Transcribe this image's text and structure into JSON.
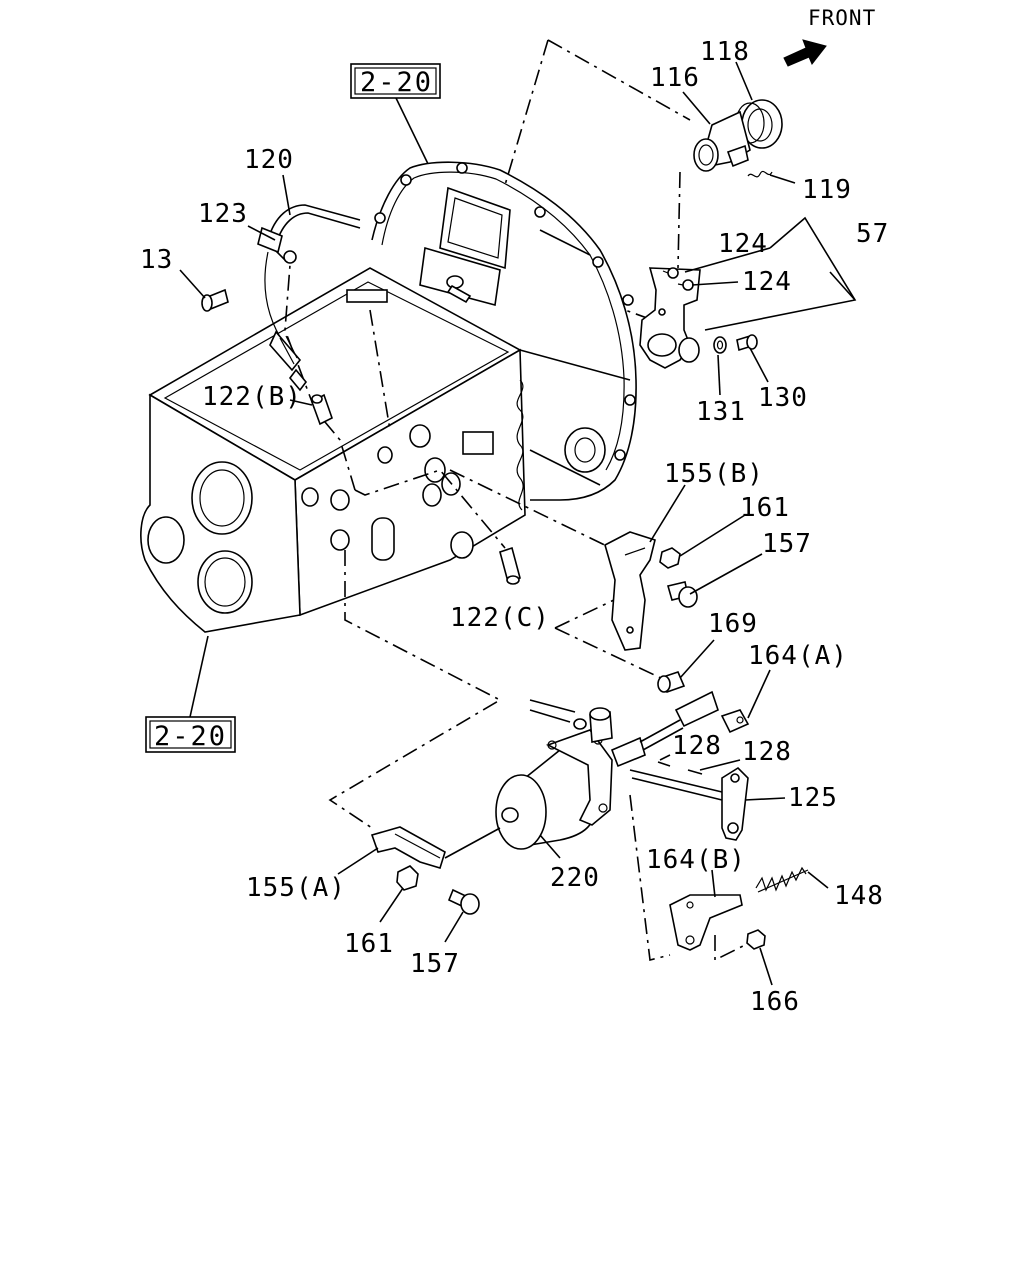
{
  "front_indicator": {
    "label": "FRONT",
    "icon": "front-arrow-icon"
  },
  "references": {
    "top": "2-20",
    "bottom": "2-20"
  },
  "callouts": {
    "c118": "118",
    "c116": "116",
    "c119": "119",
    "c120": "120",
    "c123": "123",
    "c13": "13",
    "c124a": "124",
    "c124b": "124",
    "c57": "57",
    "c131": "131",
    "c130": "130",
    "c122b": "122(B)",
    "c155b": "155(B)",
    "c161a": "161",
    "c157a": "157",
    "c122c": "122(C)",
    "c169": "169",
    "c164a": "164(A)",
    "c128a": "128",
    "c128b": "128",
    "c125": "125",
    "c164b": "164(B)",
    "c148": "148",
    "c155a": "155(A)",
    "c220": "220",
    "c161b": "161",
    "c157b": "157",
    "c166": "166"
  }
}
